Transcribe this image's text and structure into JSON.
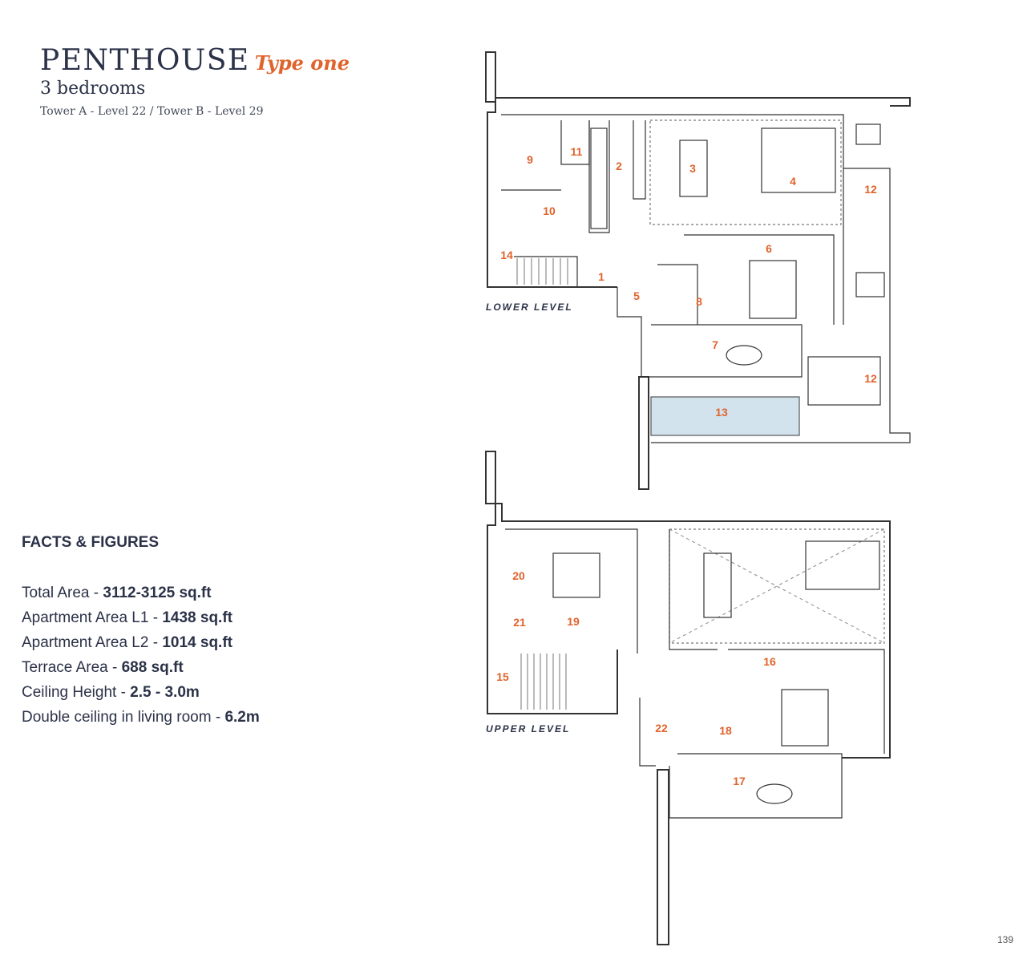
{
  "header": {
    "title": "PENTHOUSE",
    "title_accent": "Type one",
    "subtitle": "3 bedrooms",
    "location": "Tower A - Level 22 / Tower B - Level 29"
  },
  "facts": {
    "heading": "FACTS & FIGURES",
    "items": [
      {
        "label": "Total Area - ",
        "value": "3112-3125 sq.ft"
      },
      {
        "label": "Apartment Area L1 - ",
        "value": "1438 sq.ft"
      },
      {
        "label": "Apartment Area L2 - ",
        "value": "1014 sq.ft"
      },
      {
        "label": "Terrace Area - ",
        "value": "688 sq.ft"
      },
      {
        "label": "Ceiling Height - ",
        "value": "2.5 - 3.0m"
      },
      {
        "label": "Double ceiling in living room - ",
        "value": "6.2m"
      }
    ]
  },
  "plans": {
    "lower_label": "LOWER LEVEL",
    "upper_label": "UPPER LEVEL"
  },
  "rooms": {
    "lower": [
      "1",
      "2",
      "3",
      "4",
      "5",
      "6",
      "7",
      "8",
      "9",
      "10",
      "11",
      "12",
      "12",
      "13",
      "14"
    ],
    "upper": [
      "15",
      "16",
      "17",
      "18",
      "19",
      "20",
      "21",
      "22"
    ]
  },
  "colors": {
    "accent": "#e0632c",
    "text": "#2b3248",
    "pool": "#d3e3ee"
  },
  "page_number": "139"
}
